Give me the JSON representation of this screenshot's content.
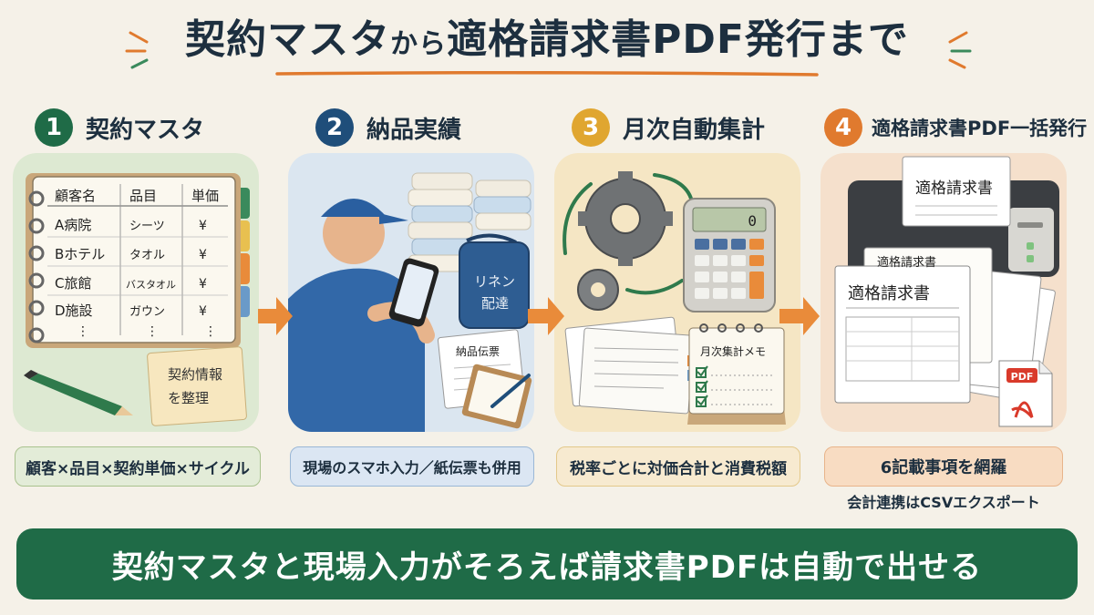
{
  "title": {
    "part1": "契約マスタ",
    "part2": "から",
    "part3": "適格請求書PDF発行まで"
  },
  "colors": {
    "step1": "#1f6b47",
    "step2": "#1f4e7a",
    "step3": "#e0a630",
    "step4": "#e07a2e",
    "arrow": "#e98b3a",
    "banner": "#1f6b47"
  },
  "steps": [
    {
      "number": "1",
      "label": "契約マスタ",
      "caption": "顧客×品目×契約単価×サイクル"
    },
    {
      "number": "2",
      "label": "納品実績",
      "caption": "現場のスマホ入力／紙伝票も併用"
    },
    {
      "number": "3",
      "label": "月次自動集計",
      "caption": "税率ごとに対価合計と消費税額"
    },
    {
      "number": "4",
      "label": "適格請求書PDF一括発行",
      "caption": "6記載事項を網羅",
      "sub_caption": "会計連携はCSVエクスポート"
    }
  ],
  "panel1": {
    "headers": [
      "顧客名",
      "品目",
      "単価"
    ],
    "rows": [
      [
        "A病院",
        "シーツ",
        "¥"
      ],
      [
        "Bホテル",
        "タオル",
        "¥"
      ],
      [
        "C旅館",
        "バスタオル",
        "¥"
      ],
      [
        "D施設",
        "ガウン",
        "¥"
      ],
      [
        "⋮",
        "⋮",
        "⋮"
      ]
    ],
    "note_line1": "契約情報",
    "note_line2": "を整理"
  },
  "panel2": {
    "bag_line1": "リネン",
    "bag_line2": "配達",
    "slip": "納品伝票"
  },
  "panel3": {
    "calc_display": "0",
    "memo": "月次集計メモ"
  },
  "panel4": {
    "doc_title": "適格請求書",
    "pdf_badge": "PDF"
  },
  "banner": "契約マスタと現場入力がそろえば請求書PDFは自動で出せる"
}
